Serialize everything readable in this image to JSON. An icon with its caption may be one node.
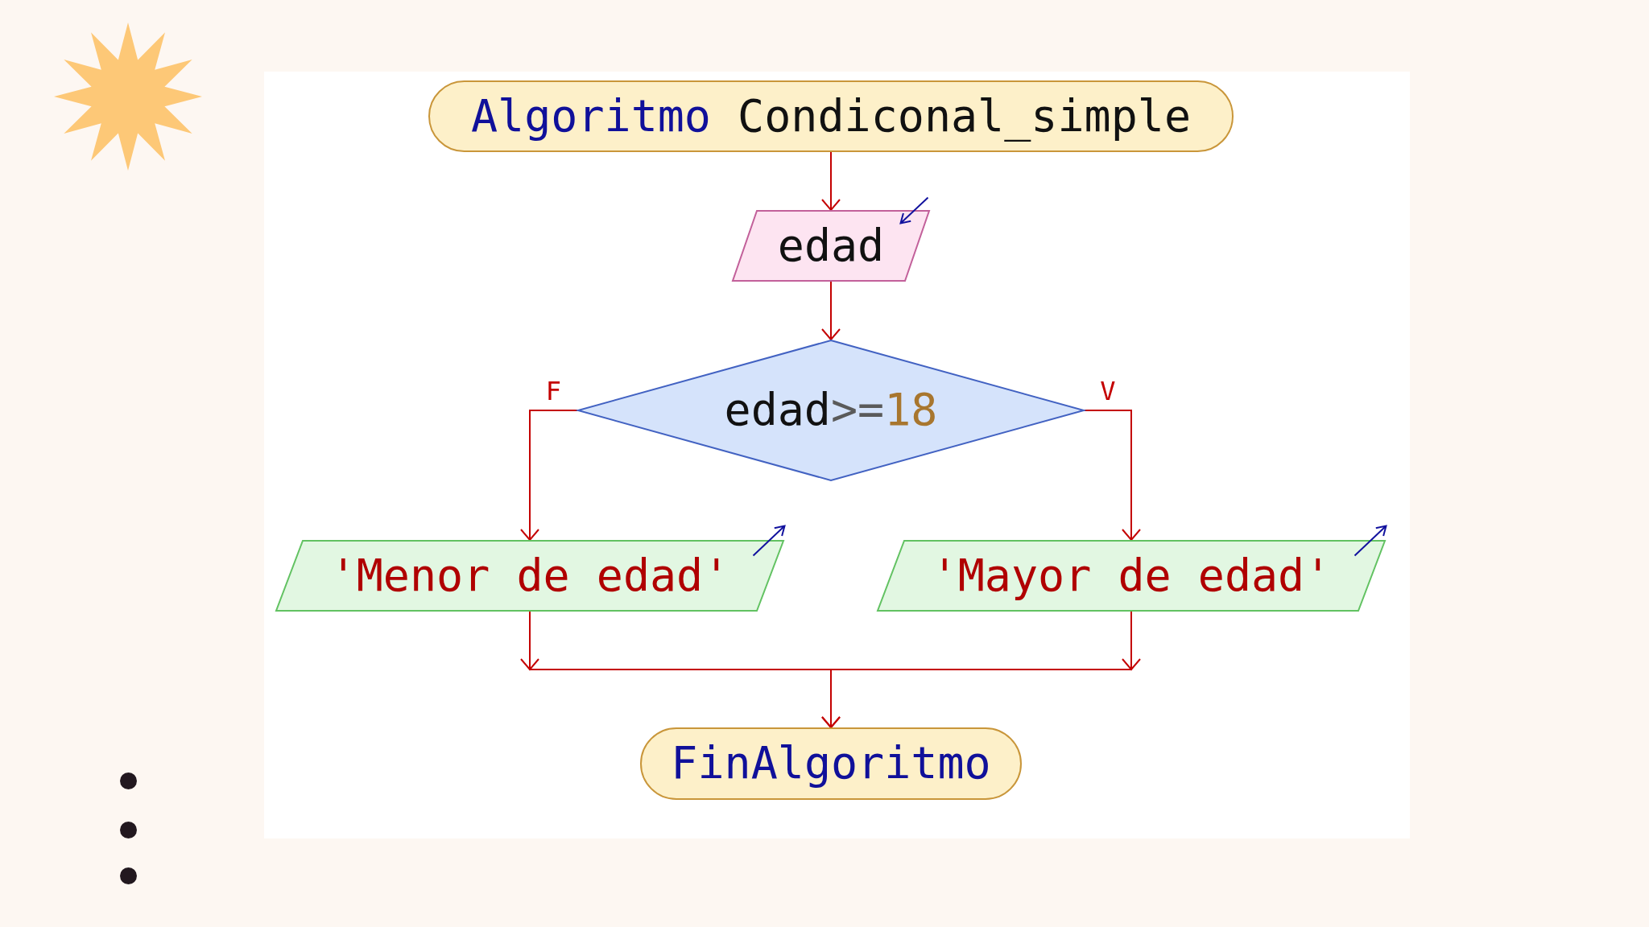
{
  "diagram": {
    "nodes": [
      {
        "text": [
          "Algoritmo Condiconal_simple"
        ]
      },
      {
        "text": [
          "edad"
        ]
      },
      {
        "text": [
          "edad>=18"
        ]
      },
      {
        "text": [
          "'Menor de edad'"
        ]
      },
      {
        "text": [
          "'Mayor de edad'"
        ]
      },
      {
        "text": [
          "FinAlgoritmo"
        ]
      }
    ],
    "edges": [
      {
        "from": 0,
        "to": 1,
        "arrow": "to"
      },
      {
        "from": 1,
        "to": 2,
        "arrow": "to"
      },
      {
        "from": 2,
        "to": 3,
        "arrow": "to",
        "label": "F"
      },
      {
        "from": 2,
        "to": 4,
        "arrow": "to",
        "label": "V"
      },
      {
        "from": 3,
        "to": 5,
        "arrow": "to"
      },
      {
        "from": 4,
        "to": 5,
        "arrow": "to"
      }
    ]
  }
}
